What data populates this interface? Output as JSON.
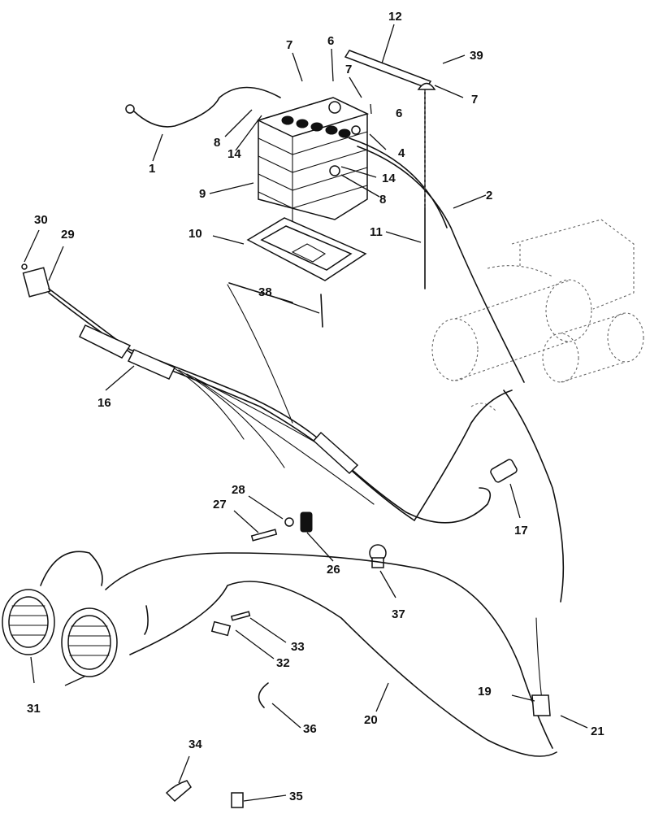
{
  "diagram": {
    "labels": [
      {
        "id": "p1",
        "text": "1"
      },
      {
        "id": "p2",
        "text": "2"
      },
      {
        "id": "p4",
        "text": "4"
      },
      {
        "id": "p6a",
        "text": "6"
      },
      {
        "id": "p6b",
        "text": "6"
      },
      {
        "id": "p7a",
        "text": "7"
      },
      {
        "id": "p7b",
        "text": "7"
      },
      {
        "id": "p7c",
        "text": "7"
      },
      {
        "id": "p8a",
        "text": "8"
      },
      {
        "id": "p8b",
        "text": "8"
      },
      {
        "id": "p9",
        "text": "9"
      },
      {
        "id": "p10",
        "text": "10"
      },
      {
        "id": "p11",
        "text": "11"
      },
      {
        "id": "p12",
        "text": "12"
      },
      {
        "id": "p14a",
        "text": "14"
      },
      {
        "id": "p14b",
        "text": "14"
      },
      {
        "id": "p16",
        "text": "16"
      },
      {
        "id": "p17",
        "text": "17"
      },
      {
        "id": "p19",
        "text": "19"
      },
      {
        "id": "p20",
        "text": "20"
      },
      {
        "id": "p21",
        "text": "21"
      },
      {
        "id": "p26",
        "text": "26"
      },
      {
        "id": "p27",
        "text": "27"
      },
      {
        "id": "p28",
        "text": "28"
      },
      {
        "id": "p29",
        "text": "29"
      },
      {
        "id": "p30",
        "text": "30"
      },
      {
        "id": "p31",
        "text": "31"
      },
      {
        "id": "p32",
        "text": "32"
      },
      {
        "id": "p33",
        "text": "33"
      },
      {
        "id": "p34",
        "text": "34"
      },
      {
        "id": "p35",
        "text": "35"
      },
      {
        "id": "p36",
        "text": "36"
      },
      {
        "id": "p37",
        "text": "37"
      },
      {
        "id": "p38",
        "text": "38"
      },
      {
        "id": "p39",
        "text": "39"
      }
    ]
  }
}
